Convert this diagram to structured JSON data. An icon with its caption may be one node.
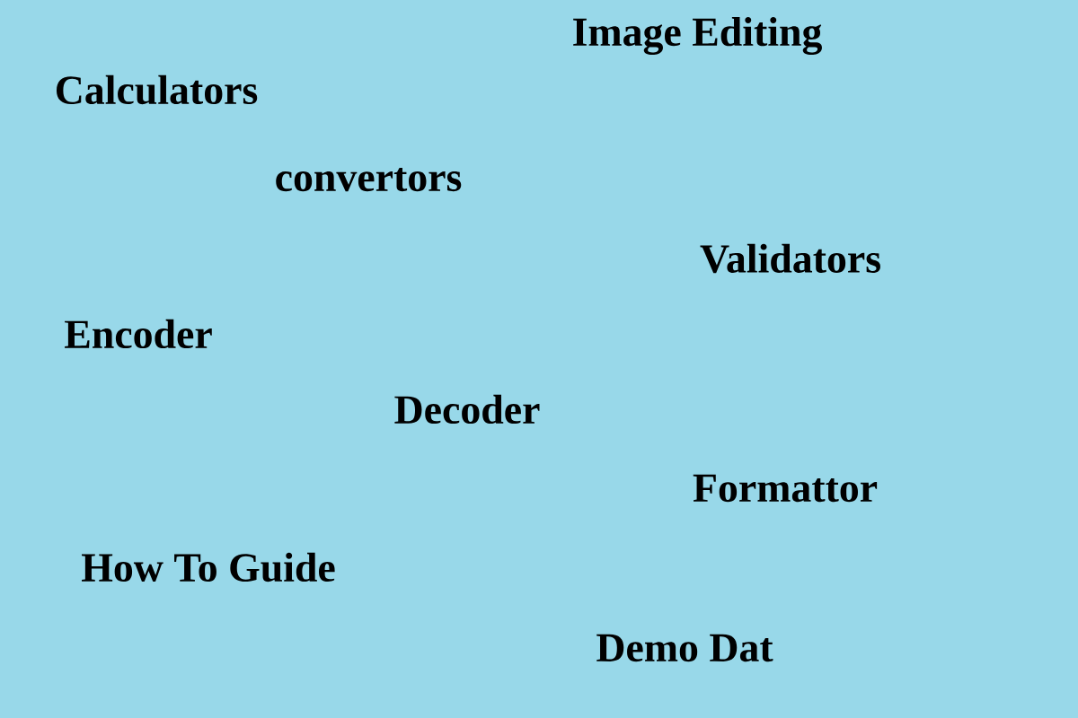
{
  "diagram": {
    "labels": [
      "Image Editing",
      "Calculators",
      "convertors",
      "Validators",
      "Encoder",
      "Decoder",
      "Formattor",
      "How To Guide",
      "Demo Dat"
    ]
  }
}
